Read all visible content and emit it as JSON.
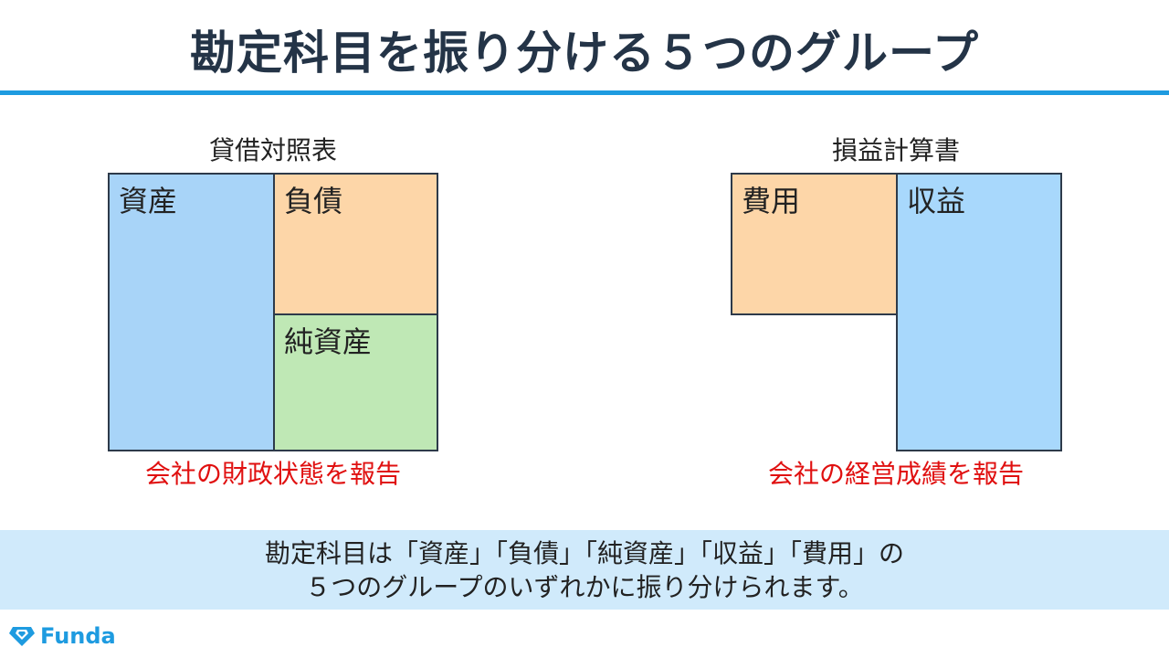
{
  "title": "勘定科目を振り分ける５つのグループ",
  "balance_sheet": {
    "title": "貸借対照表",
    "assets": "資産",
    "liabilities": "負債",
    "net_assets": "純資産",
    "caption": "会社の財政状態を報告"
  },
  "income_statement": {
    "title": "損益計算書",
    "expenses": "費用",
    "revenue": "収益",
    "caption": "会社の経営成績を報告"
  },
  "summary": {
    "line1": "勘定科目は「資産」「負債」「純資産」「収益」「費用」の",
    "line2": "５つのグループのいずれかに振り分けられます。"
  },
  "logo": {
    "icon": "funda-diamond-icon",
    "text": "Funda"
  },
  "colors": {
    "accent": "#1e9be0",
    "title_text": "#243447",
    "assets_fill": "#a8d4f8",
    "liabilities_fill": "#fdd6a8",
    "net_assets_fill": "#bfe8b5",
    "expenses_fill": "#fdd6a8",
    "revenue_fill": "#a8d8fc",
    "caption_red": "#e01010",
    "summary_band": "#d0eafb",
    "box_border": "#2d3a4a"
  }
}
